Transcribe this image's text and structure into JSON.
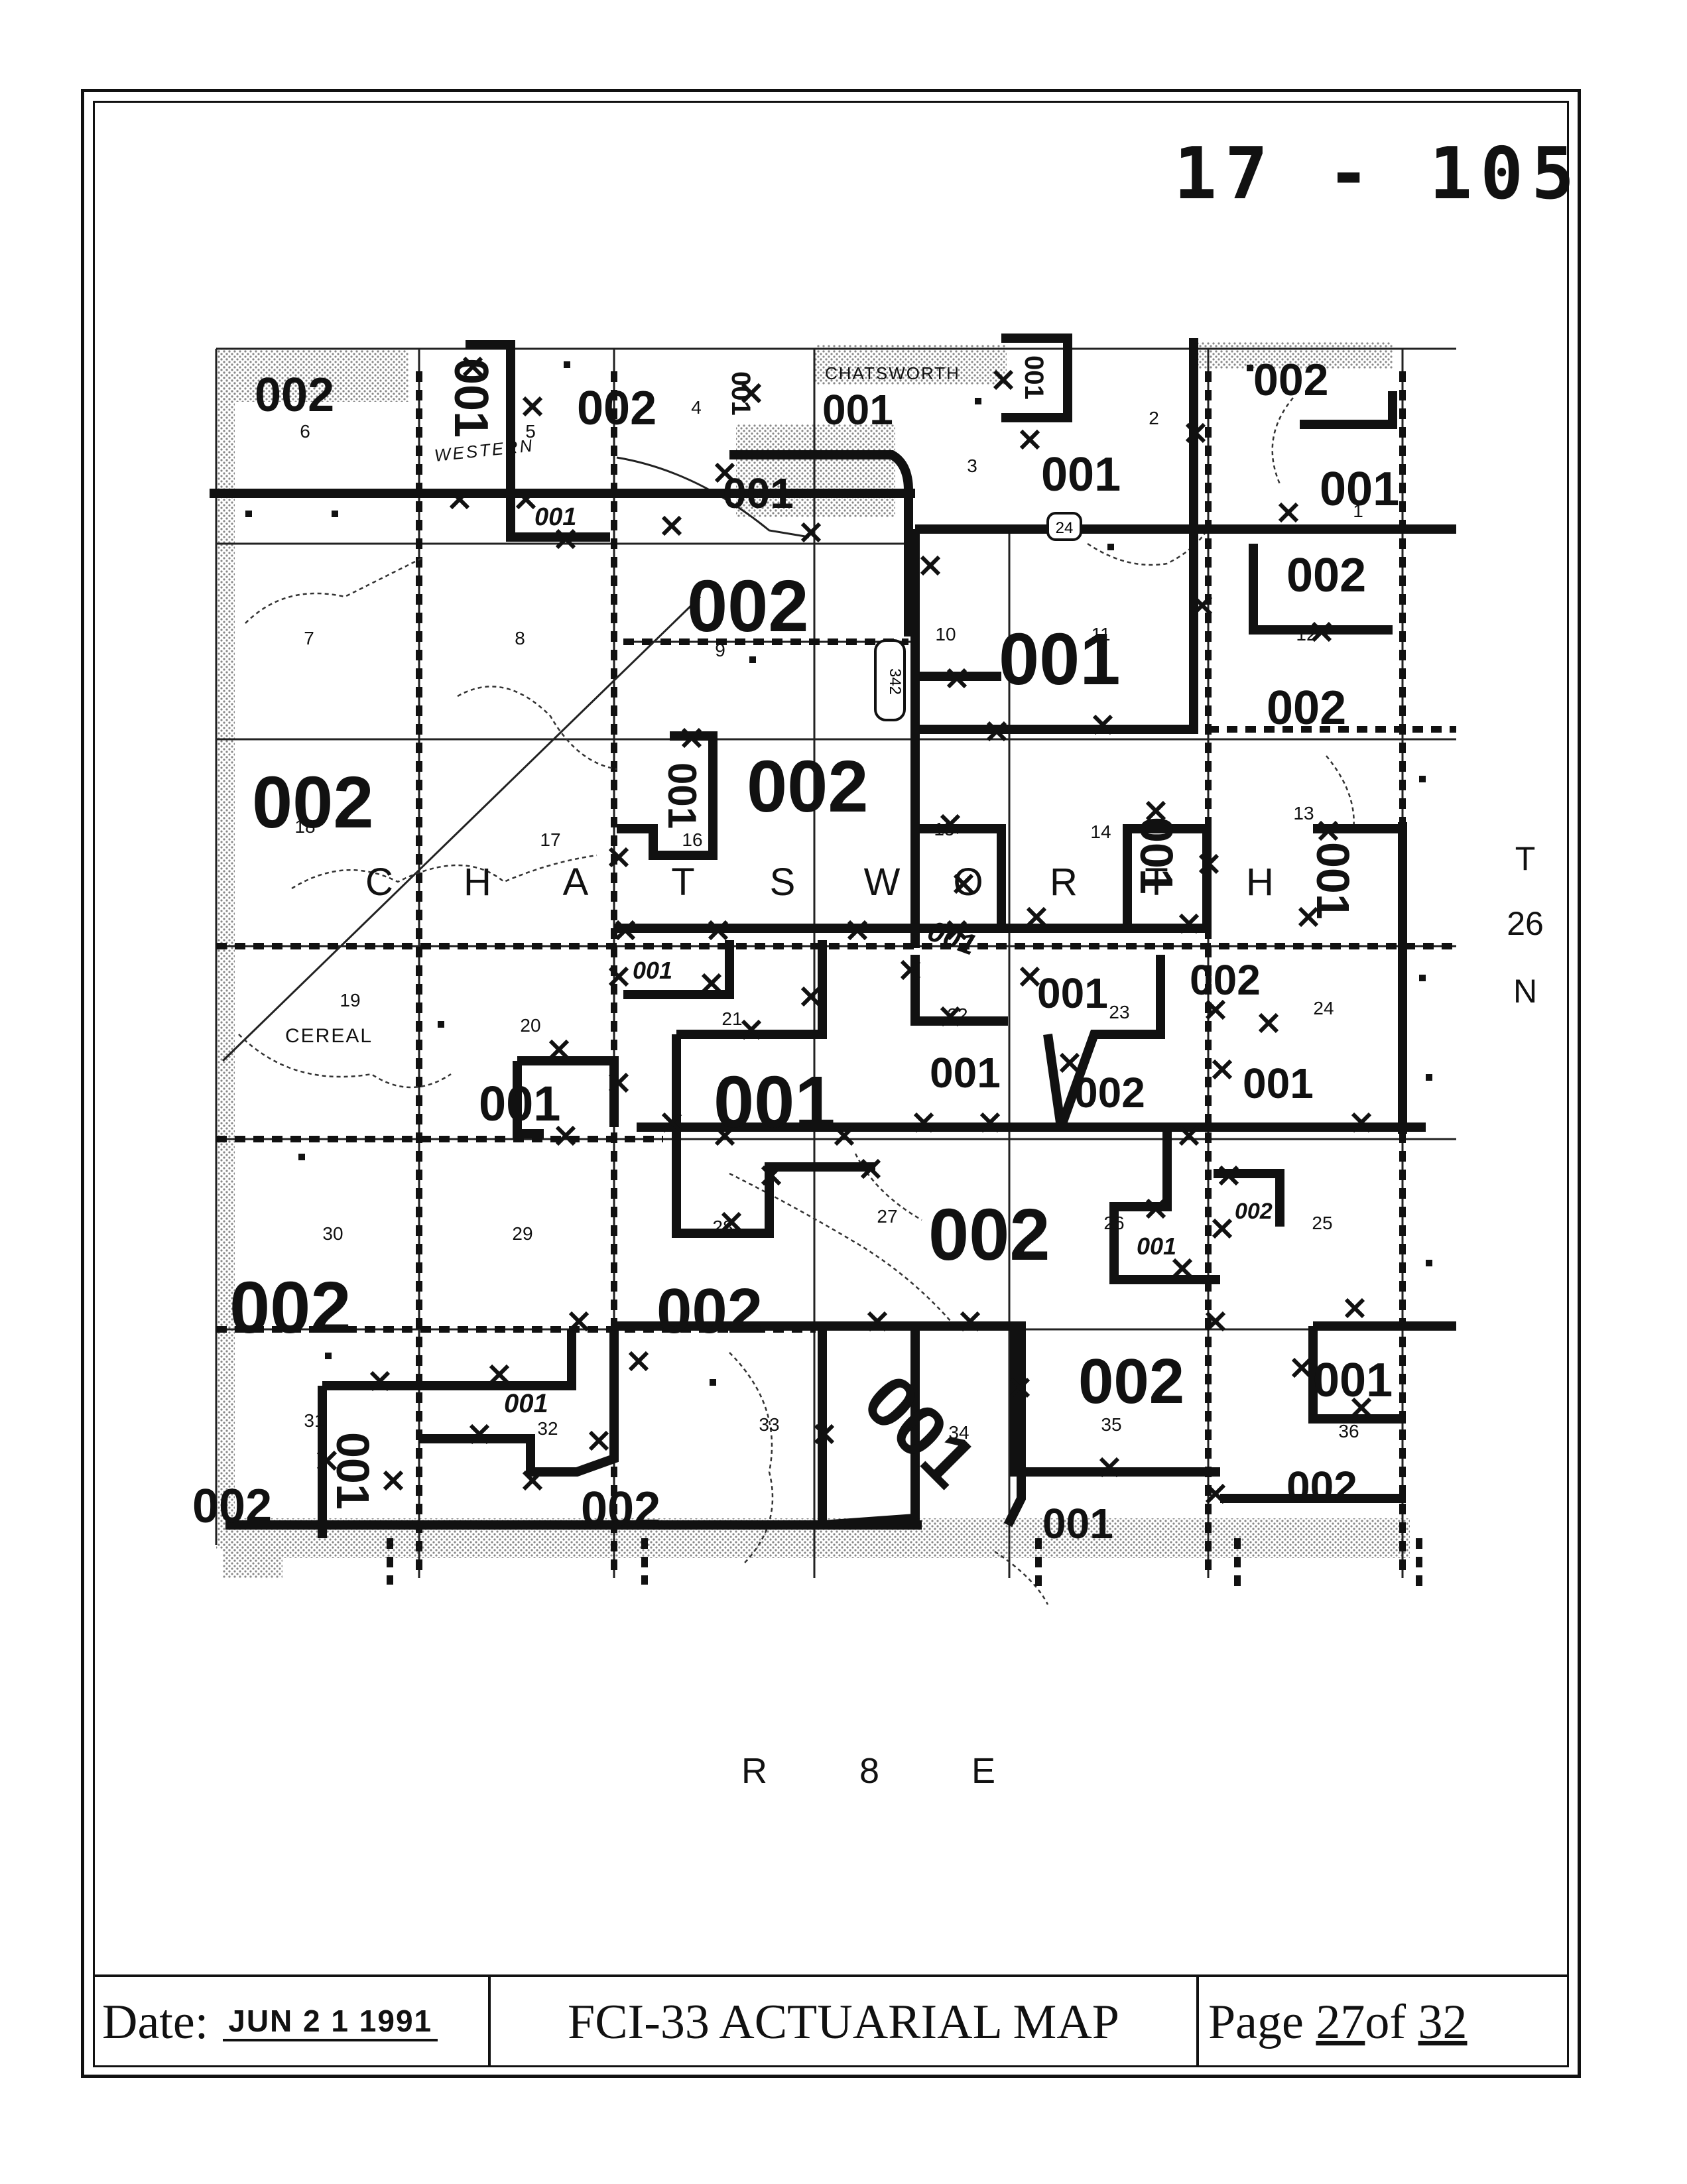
{
  "document": {
    "map_id": "17 - 105",
    "range_label": "R 8 E",
    "township_label": {
      "t": "T",
      "num": "26",
      "n": "N"
    },
    "footer": {
      "date_label": "Date:",
      "date_value": "JUN 2 1 1991",
      "title": "FCI-33 ACTUARIAL MAP",
      "page_label": "Page",
      "page_current": "27",
      "page_of": "of",
      "page_total": "32"
    }
  },
  "map": {
    "place_labels": [
      "CHATSWORTH",
      "WESTERN",
      "CEREAL"
    ],
    "township_letters": [
      "C",
      "H",
      "A",
      "T",
      "S",
      "W",
      "O",
      "R",
      "T",
      "H"
    ],
    "route_labels": [
      "24",
      "342"
    ],
    "section_numbers": [
      "6",
      "5",
      "4",
      "3",
      "2",
      "1",
      "7",
      "8",
      "9",
      "10",
      "11",
      "12",
      "18",
      "17",
      "16",
      "15",
      "14",
      "13",
      "19",
      "20",
      "21",
      "22",
      "23",
      "24",
      "30",
      "29",
      "28",
      "27",
      "26",
      "25",
      "31",
      "32",
      "33",
      "34",
      "35",
      "36"
    ],
    "zone_labels": {
      "z1": "002",
      "z2": "002",
      "z3": "001",
      "z4": "001",
      "z5": "002",
      "z6": "001",
      "z7": "001",
      "z8": "002",
      "z9": "001",
      "z10": "002",
      "z11": "002",
      "z12": "002",
      "z13": "002",
      "z14": "001",
      "z15": "001",
      "z16": "002",
      "z17": "001",
      "z18": "001",
      "z19": "002",
      "z20": "001",
      "z21": "002",
      "z22": "002",
      "z23": "002",
      "z24": "002",
      "z25": "002",
      "z26": "001",
      "z27": "002",
      "z28": "002",
      "z29": "001",
      "z30": "001",
      "z31": "002",
      "z32": "001",
      "z33": "001",
      "z34": "001",
      "z35": "001",
      "z36": "001",
      "z37": "001",
      "z38": "001",
      "z39": "001",
      "z40": "001",
      "z41": "001",
      "z42": "001",
      "z43": "001"
    },
    "colors": {
      "ink": "#111111",
      "stipple": "#b8b8b8"
    }
  }
}
